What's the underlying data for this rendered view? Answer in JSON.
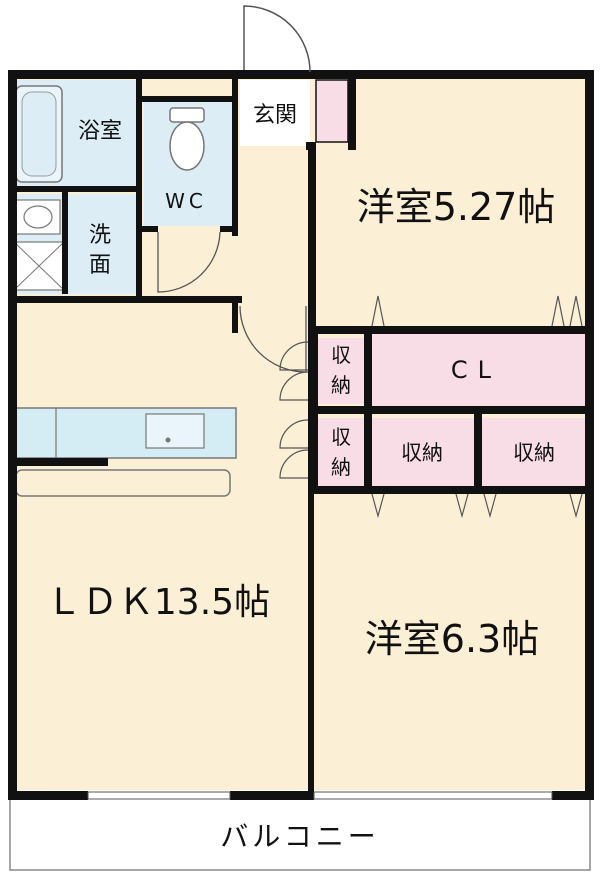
{
  "floorplan": {
    "rooms": {
      "bath": "浴室",
      "wc": "WC",
      "entrance": "玄関",
      "western_room_1": "洋室5.27帖",
      "washroom_1": "洗",
      "washroom_2": "面",
      "storage_1_1": "収",
      "storage_1_2": "納",
      "closet": "CL",
      "storage_2_1": "収",
      "storage_2_2": "納",
      "storage_3": "収納",
      "storage_4": "収納",
      "ldk": "ＬＤＫ13.5帖",
      "western_room_2": "洋室6.3帖",
      "balcony": "バルコニー"
    },
    "colors": {
      "floor": "#fbf0d6",
      "wet_area": "#dcedf5",
      "closet": "#f8dde6",
      "counter": "#d4ecf4",
      "wall": "#111111",
      "balcony": "#ffffff"
    }
  }
}
